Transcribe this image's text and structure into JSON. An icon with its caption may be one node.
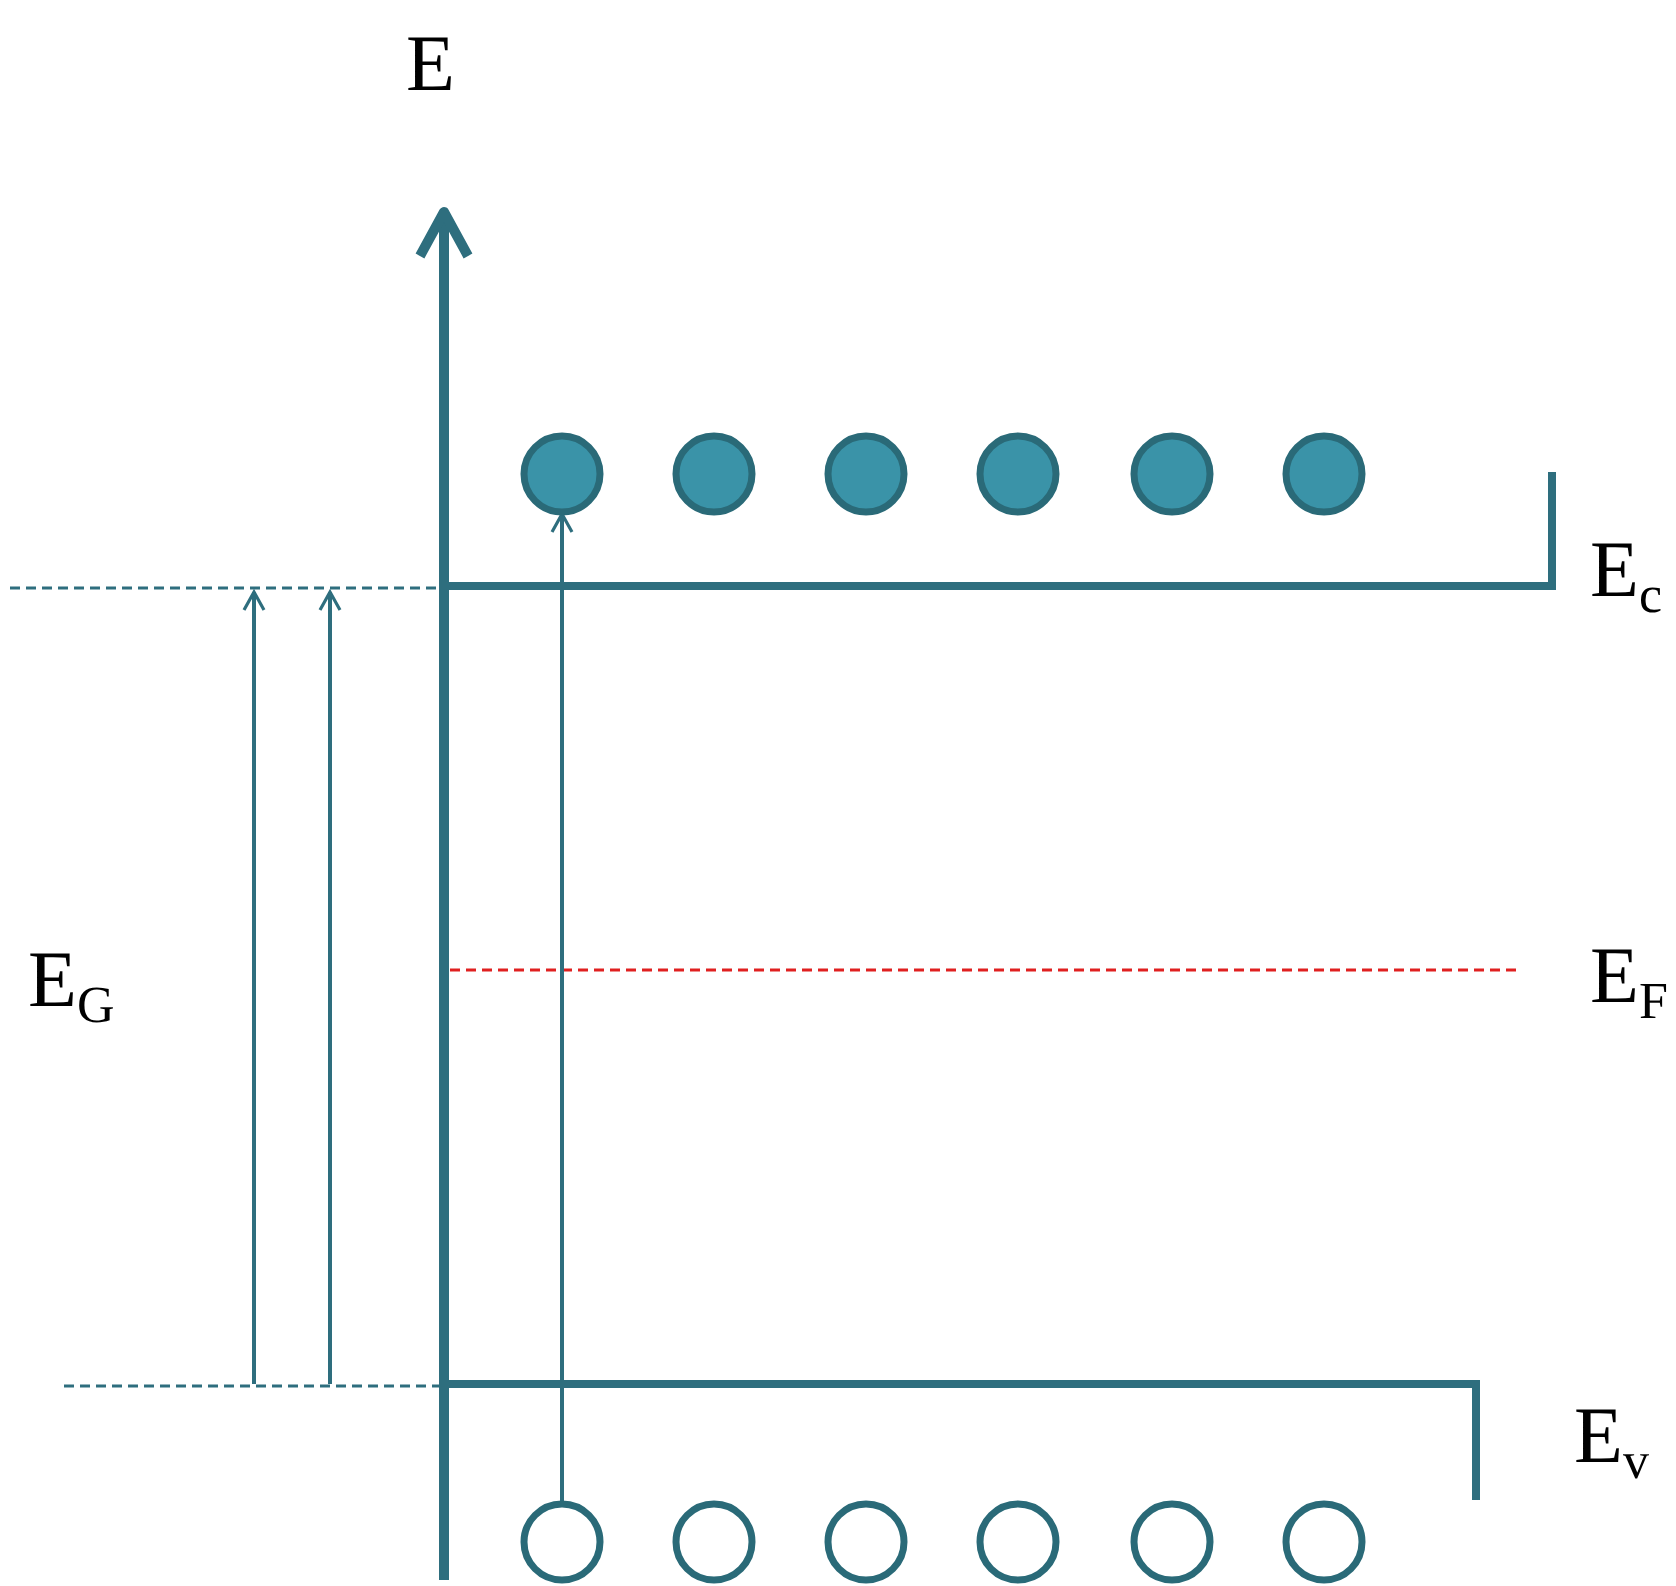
{
  "diagram": {
    "nodes": [
      {
        "text": [],
        "shape": "circle"
      },
      {
        "text": [],
        "shape": "circle"
      },
      {
        "text": [],
        "shape": "circle"
      },
      {
        "text": [],
        "shape": "circle"
      },
      {
        "text": [],
        "shape": "circle"
      },
      {
        "text": [],
        "shape": "circle"
      },
      {
        "text": [],
        "shape": "circle"
      },
      {
        "text": [],
        "shape": "circle"
      },
      {
        "text": [],
        "shape": "circle"
      },
      {
        "text": [],
        "shape": "circle"
      },
      {
        "text": [],
        "shape": "circle"
      },
      {
        "text": [],
        "shape": "circle"
      }
    ],
    "edges": [
      {
        "from": 6,
        "to": 0,
        "arrow": "to"
      }
    ],
    "labels": [
      "E",
      "E$_{c}$",
      "E$_{G}$",
      "E$_{F}$",
      "E$_{v}$"
    ]
  }
}
